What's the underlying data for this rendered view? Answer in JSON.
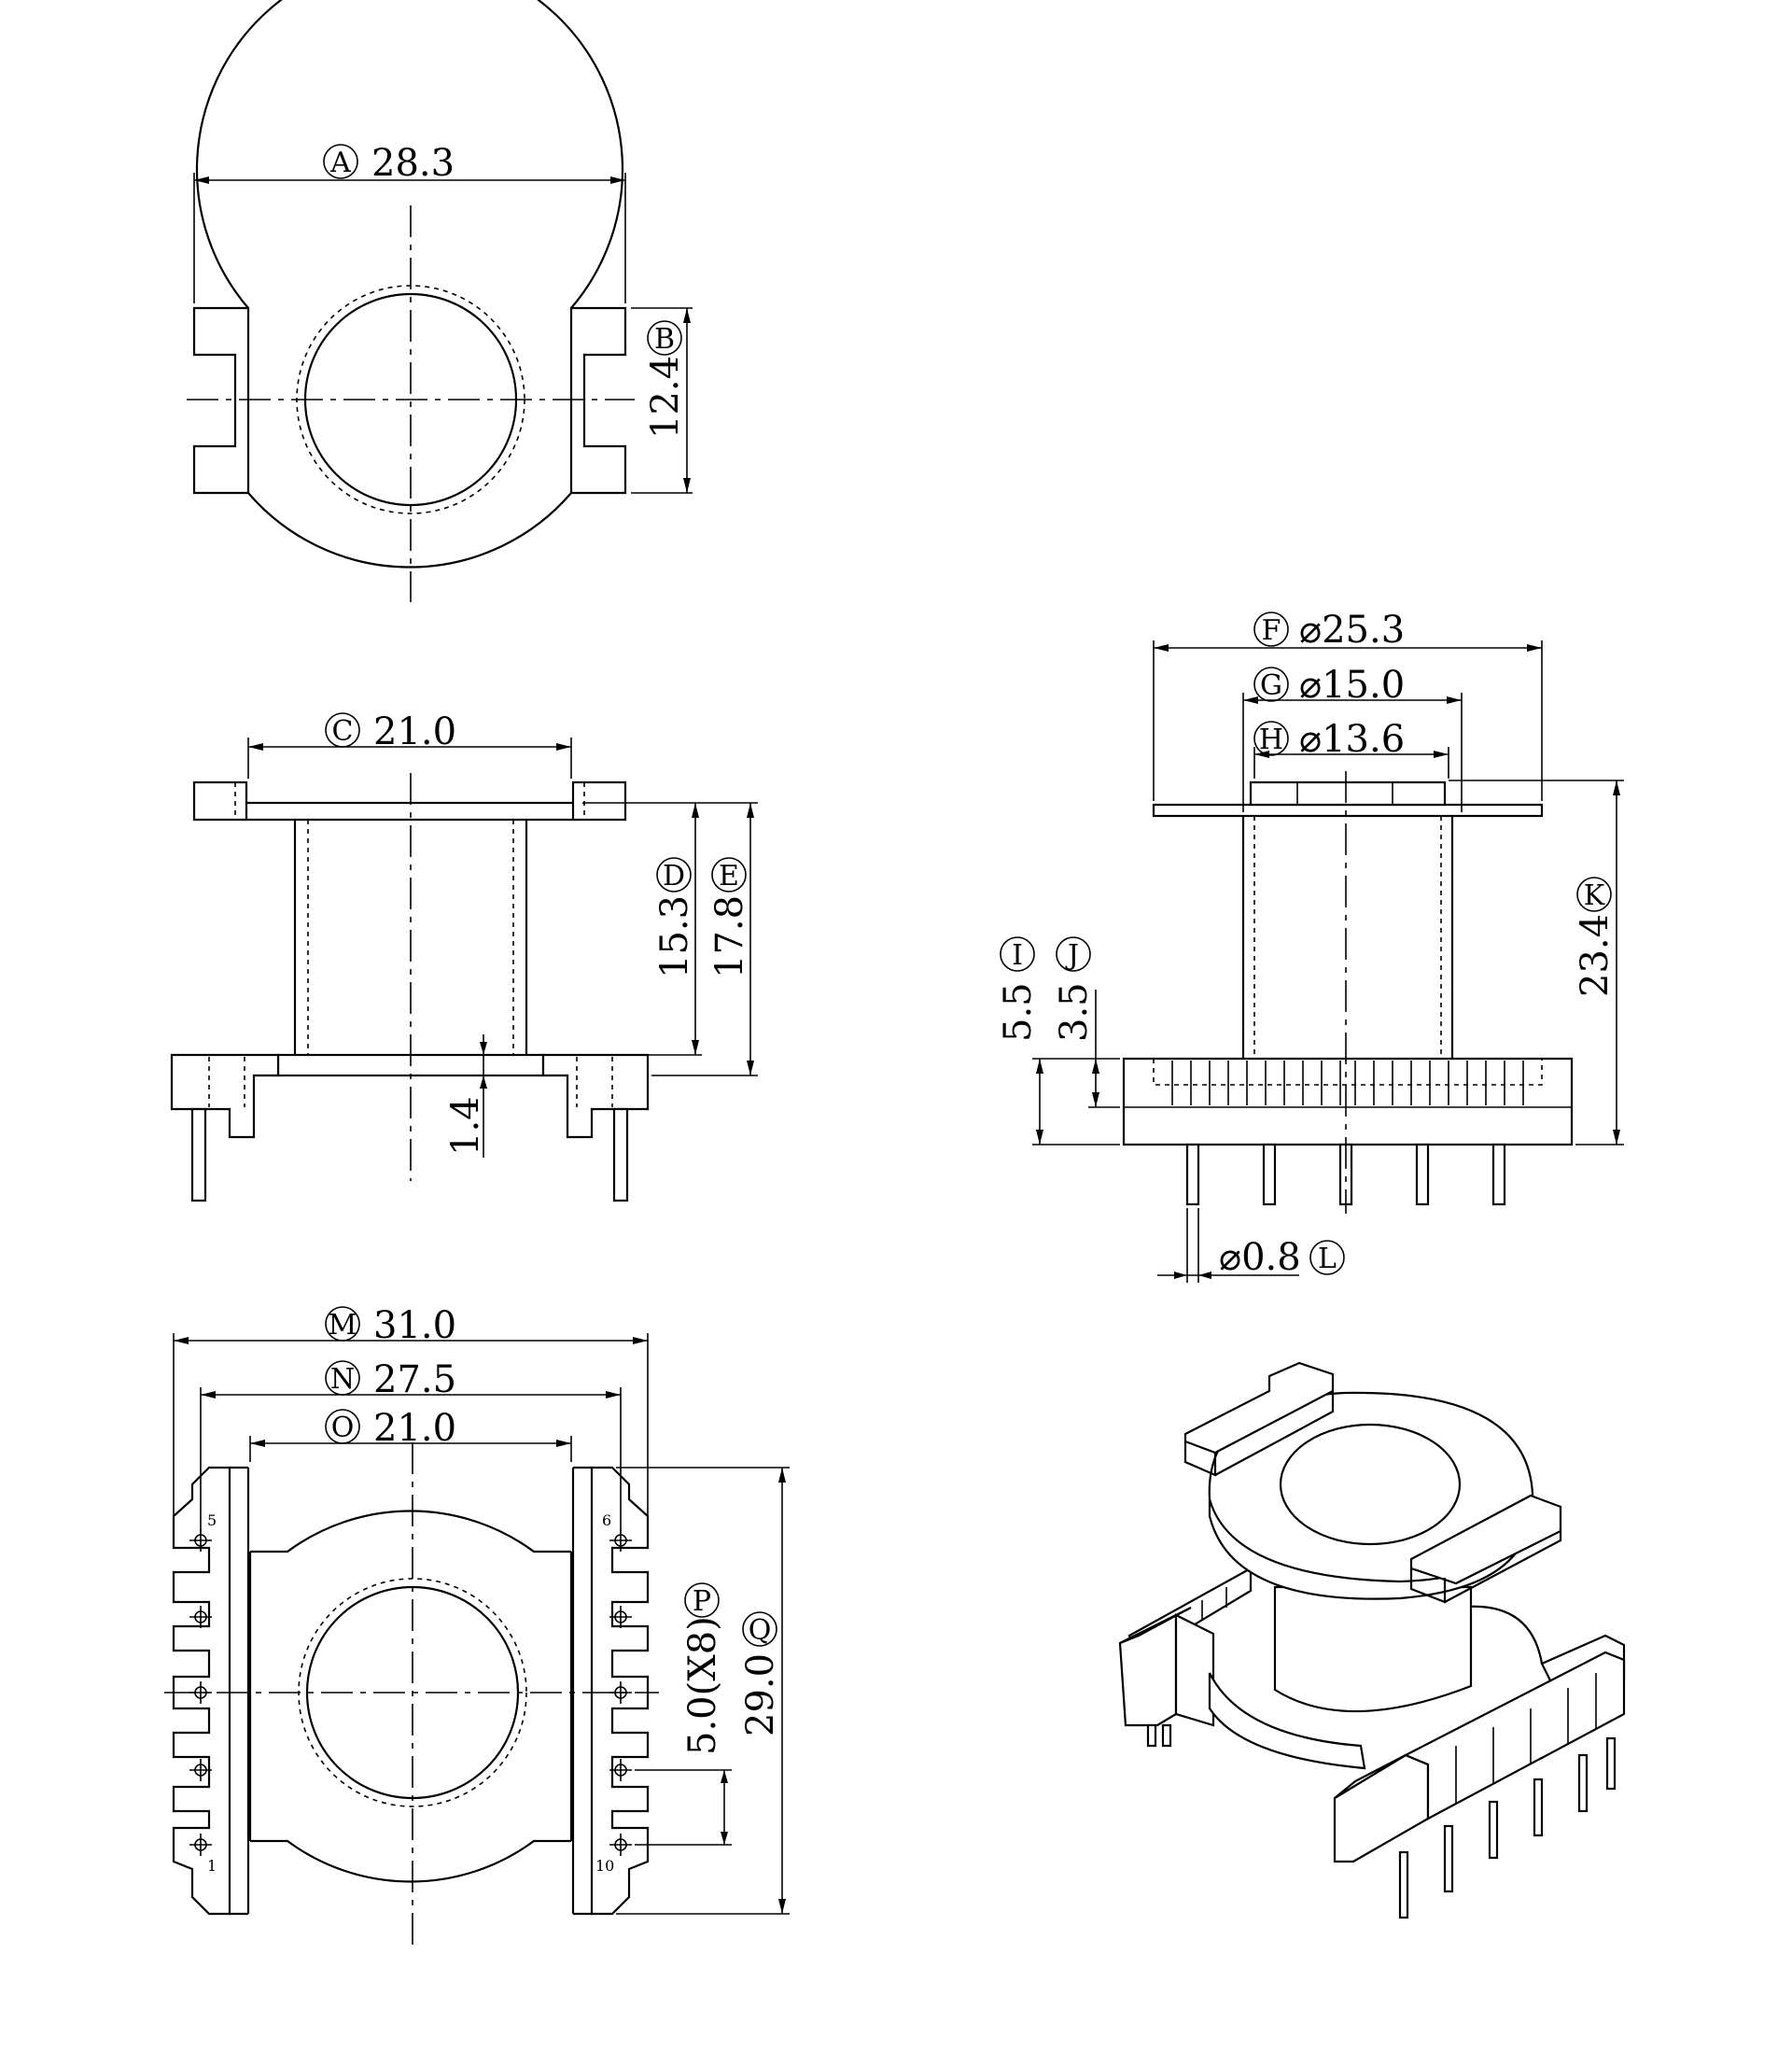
{
  "dimensions": {
    "A": {
      "letter": "A",
      "value": "28.3"
    },
    "B": {
      "letter": "B",
      "value": "12.4"
    },
    "C": {
      "letter": "C",
      "value": "21.0"
    },
    "D": {
      "letter": "D",
      "value": "15.3"
    },
    "E": {
      "letter": "E",
      "value": "17.8"
    },
    "F": {
      "letter": "F",
      "value": "⌀25.3"
    },
    "G": {
      "letter": "G",
      "value": "⌀15.0"
    },
    "H": {
      "letter": "H",
      "value": "⌀13.6"
    },
    "I": {
      "letter": "I",
      "value": "5.5"
    },
    "J": {
      "letter": "J",
      "value": "3.5"
    },
    "K": {
      "letter": "K",
      "value": "23.4"
    },
    "L": {
      "letter": "L",
      "value": "⌀0.8"
    },
    "M": {
      "letter": "M",
      "value": "31.0"
    },
    "N": {
      "letter": "N",
      "value": "27.5"
    },
    "O": {
      "letter": "O",
      "value": "21.0"
    },
    "P": {
      "letter": "P",
      "value": "5.0(X8)"
    },
    "Q": {
      "letter": "Q",
      "value": "29.0"
    }
  },
  "unlabeled_dimension": "1.4",
  "pin_numbers": {
    "p1": "1",
    "p5": "5",
    "p6": "6",
    "p10": "10"
  }
}
